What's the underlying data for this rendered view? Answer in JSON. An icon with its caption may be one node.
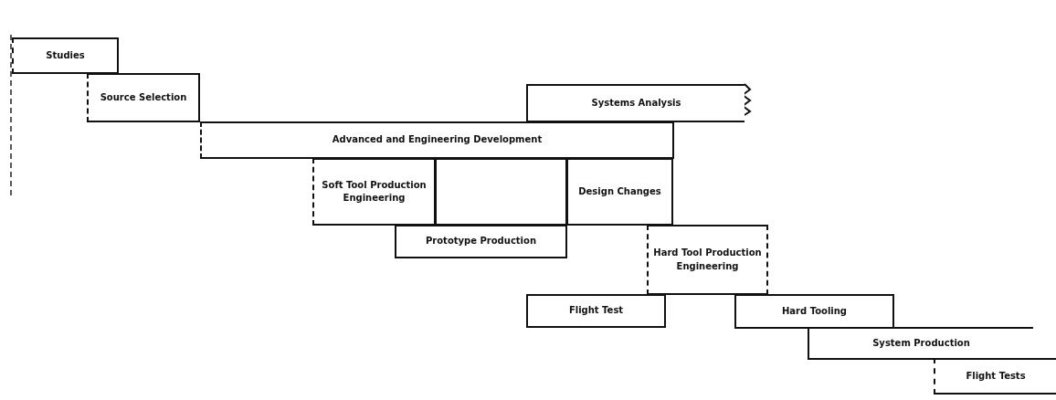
{
  "diagram": {
    "nodes": [
      {
        "text": [
          "Studies"
        ]
      },
      {
        "text": [
          "Source Selection"
        ]
      },
      {
        "text": [
          "Systems Analysis"
        ]
      },
      {
        "text": [
          "Advanced and Engineering Development"
        ]
      },
      {
        "text": [
          "Soft Tool Production Engineering"
        ]
      },
      {
        "text": [],
        "shape": "box"
      },
      {
        "text": [
          "Design Changes"
        ]
      },
      {
        "text": [
          "Prototype Production"
        ]
      },
      {
        "text": [
          "Hard Tool Production Engineering"
        ]
      },
      {
        "text": [
          "Flight Test"
        ]
      },
      {
        "text": [
          "Hard Tooling"
        ]
      },
      {
        "text": [
          "System Production"
        ]
      },
      {
        "text": [
          "Flight Tests"
        ]
      }
    ],
    "edges": []
  }
}
